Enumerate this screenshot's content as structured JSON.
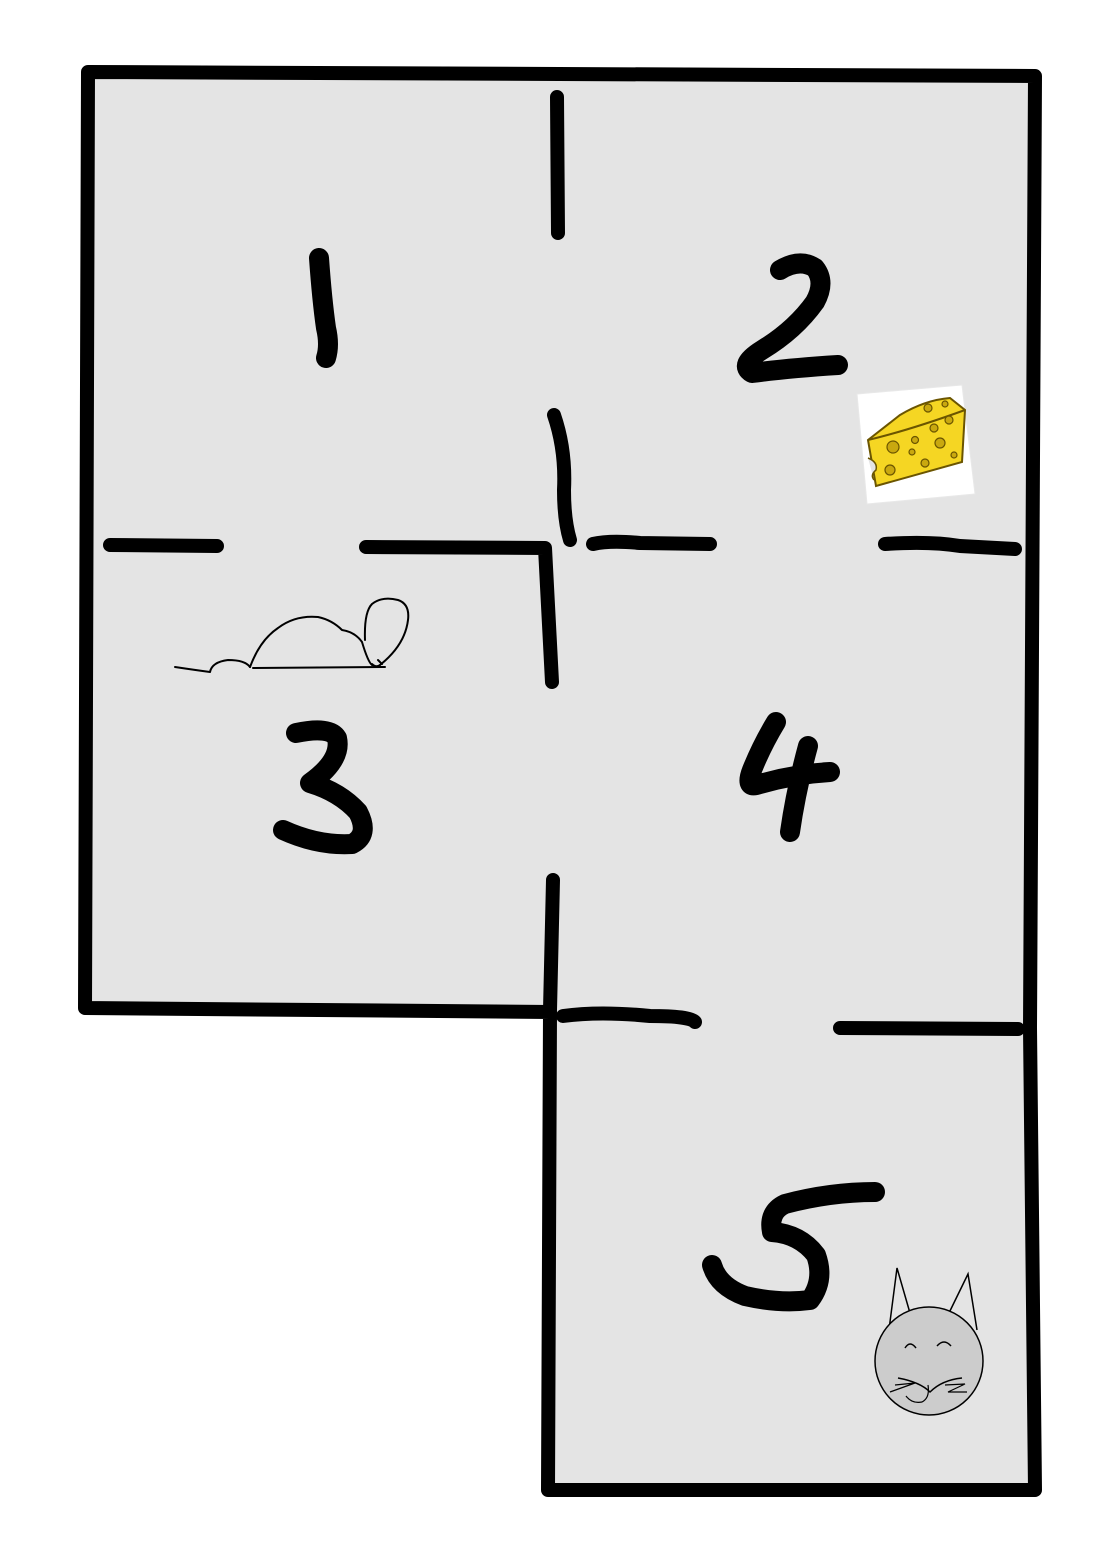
{
  "rooms": [
    {
      "id": "room-1",
      "label": "1"
    },
    {
      "id": "room-2",
      "label": "2"
    },
    {
      "id": "room-3",
      "label": "3"
    },
    {
      "id": "room-4",
      "label": "4"
    },
    {
      "id": "room-5",
      "label": "5"
    }
  ],
  "icons": {
    "mouse": "mouse-icon",
    "cheese": "cheese-icon",
    "cat": "cat-icon"
  },
  "colors": {
    "floor": "#e4e4e4",
    "wall": "#000000",
    "cheese": "#f5d623",
    "cheese_holes": "#c9a80f",
    "cat": "#cccccc"
  }
}
